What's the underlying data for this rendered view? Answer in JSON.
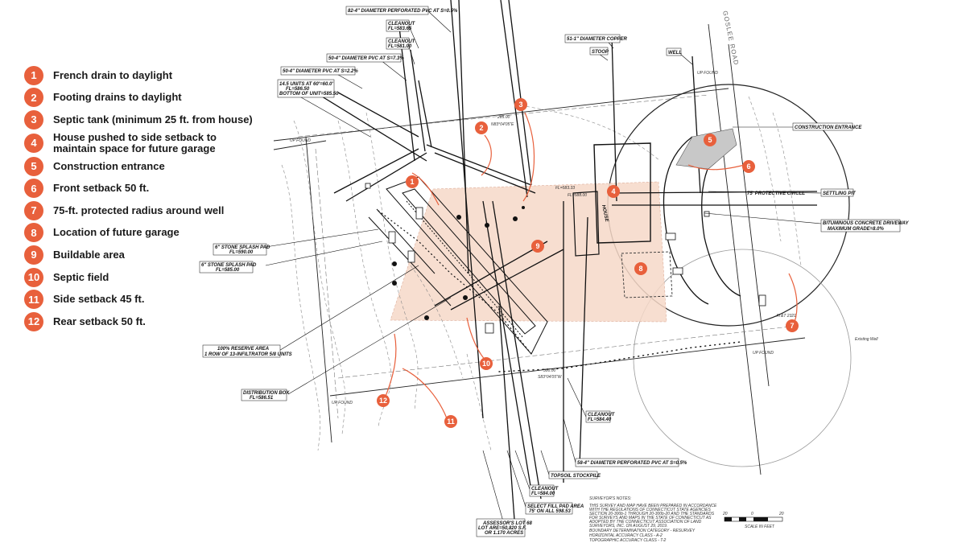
{
  "legend": [
    {
      "num": "1",
      "text": "French drain to daylight"
    },
    {
      "num": "2",
      "text": "Footing drains to daylight"
    },
    {
      "num": "3",
      "text": "Septic tank (minimum 25 ft. from house)"
    },
    {
      "num": "4",
      "text": "House pushed to side setback to maintain space for future garage"
    },
    {
      "num": "5",
      "text": "Construction entrance"
    },
    {
      "num": "6",
      "text": "Front setback 50 ft."
    },
    {
      "num": "7",
      "text": "75-ft. protected radius around well"
    },
    {
      "num": "8",
      "text": "Location of future garage"
    },
    {
      "num": "9",
      "text": "Buildable area"
    },
    {
      "num": "10",
      "text": "Septic field"
    },
    {
      "num": "11",
      "text": "Side setback 45 ft."
    },
    {
      "num": "12",
      "text": "Rear setback 50 ft."
    }
  ],
  "labels": {
    "perf_top": "82-4\" DIAMETER PERFORATED PVC AT S=0.5%",
    "cleanout1a": "CLEANOUT",
    "cleanout1b": "FL=583.65",
    "cleanout2a": "CLEANOUT",
    "cleanout2b": "FL=581.00",
    "pvc_4_734": "50-4\" DIAMETER PVC AT S=7.3%",
    "pvc_4_22": "50-4\" DIAMETER PVC AT S=2.2%",
    "units1": "14.5 UNITS AT 60'=60.0'",
    "units2": "FL=586.50",
    "units3": "BOTTOM OF UNIT=585.50",
    "copper": "51-1\" DIAMETER COPPER",
    "stoop": "STOOP",
    "well": "WELL",
    "road": "GOSLEE ROAD",
    "up_found_1": "UP FOUND",
    "up_found_2": "UP FOUND",
    "up_found_3": "UP FOUND",
    "up_found_4": "UP FOUND",
    "construction_entrance": "CONSTRUCTION ENTRANCE",
    "settling_pit": "SETTLING PIT",
    "driveway1": "BITUMINOUS CONCRETE DRIVEWAY",
    "driveway2": "MAXIMUM GRADE=8.0%",
    "protective_circle": "75' PROTECTIVE CIRCLE",
    "splash1a": "6\" STONE SPLASH PAD",
    "splash1b": "FL=590.00",
    "splash2a": "6\" STONE SPLASH PAD",
    "splash2b": "FL=585.00",
    "reserve1": "100% RESERVE AREA",
    "reserve2": "1 ROW OF 13-INFILTRATOR 5/8 UNITS",
    "dbox1": "DISTRIBUTION BOX",
    "dbox2": "FL=586.51",
    "cleanout3a": "CLEANOUT",
    "cleanout3b": "FL=584.40",
    "perf_bottom": "58-4\" DIAMETER PERFORATED PVC AT S=0.5%",
    "topsoil": "TOPSOIL STOCKPILE",
    "cleanout4a": "CLEANOUT",
    "cleanout4b": "FL=584.00",
    "fill1": "SELECT FILL PAD AREA",
    "fill2": "75' ON ALL 598.53",
    "assessor1": "ASSESSOR'S LOT 68",
    "assessor2": "LOT ARE=50,820 S.F.",
    "assessor3": "OR 1.170 ACRES",
    "notes_title": "SURVEYOR'S NOTES:",
    "notes1": "THIS SURVEY AND MAP HAVE BEEN PREPARED IN ACCORDANCE",
    "notes2": "WITH THE REGULATIONS OF CONNECTICUT STATE AGENCIES",
    "notes3": "SECTION 20-300b-1 THROUGH 20-300b-20 AND THE STANDARDS",
    "notes4": "FOR SURVEYS AND MAPS IN THE STATE OF CONNECTICUT AS",
    "notes5": "ADOPTED BY THE CONNECTICUT ASSOCIATION OF LAND",
    "notes6": "SURVEYORS, INC. ON AUGUST 29, 2019.",
    "notes7": "BOUNDARY DETERMINATION CATEGORY - RESURVEY",
    "notes8": "HORIZONTAL ACCURACY CLASS - A-2",
    "notes9": "TOPOGRAPHIC ACCURACY CLASS - T-2",
    "scale_a": "20",
    "scale_b": "0",
    "scale_c": "20",
    "scale_title": "SCALE IN FEET",
    "existing_well": "Existing Well",
    "house": "HOUSE",
    "dim_285": "285.00",
    "dim_bearing": "N83°04'05\"E",
    "fl_58333": "FL=583.33",
    "fl_58800": "FL=588.00",
    "dim_300": "300.00",
    "dim_bearing2": "S83°04'05\"W",
    "att": "AT&T 2321"
  },
  "callouts": [
    "1",
    "2",
    "3",
    "4",
    "5",
    "6",
    "7",
    "8",
    "9",
    "10",
    "11",
    "12"
  ],
  "colors": {
    "accent": "#e8603c",
    "buildable": "#f6d9c8",
    "line": "#111111"
  }
}
